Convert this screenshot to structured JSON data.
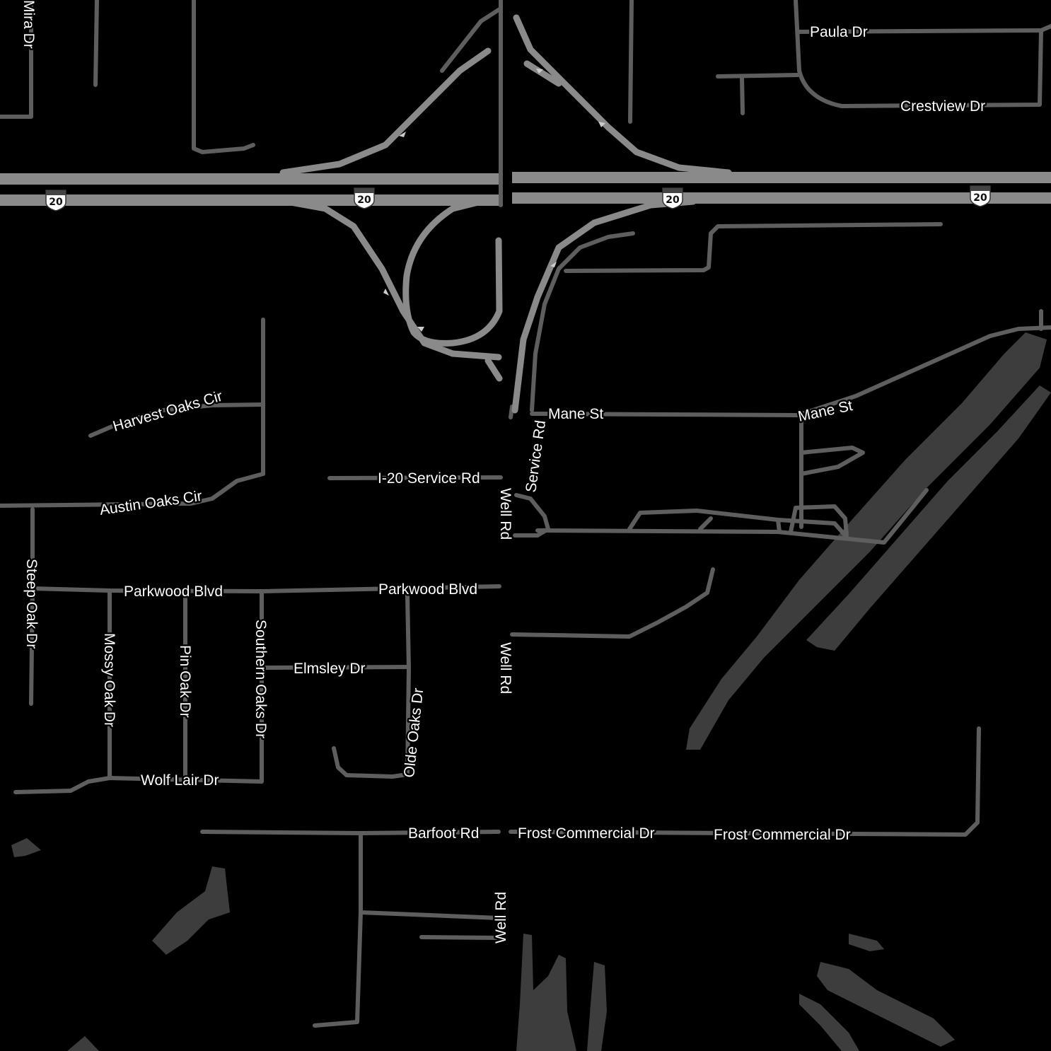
{
  "map": {
    "colors": {
      "background": "#000000",
      "road": "#5e5e5e",
      "highway": "#8a8a8a",
      "water": "#3d3d3d",
      "label": "#ffffff"
    },
    "highway_shield": {
      "route": "20",
      "icon": "interstate-shield-icon"
    },
    "street_labels": {
      "mira": "Mira Dr",
      "paula": "Paula Dr",
      "crestview": "Crestview Dr",
      "harvest_oaks": "Harvest Oaks Cir",
      "austin_oaks": "Austin Oaks Cir",
      "i20_service": "I-20 Service Rd",
      "service_rd": "Service Rd",
      "mane_1": "Mane St",
      "mane_2": "Mane St",
      "well_1": "Well Rd",
      "well_2": "Well Rd",
      "well_3": "Well Rd",
      "steep_oak": "Steep Oak Dr",
      "parkwood_1": "Parkwood Blvd",
      "parkwood_2": "Parkwood Blvd",
      "mossy_oak": "Mossy Oak Dr",
      "pin_oak": "Pin Oak Dr",
      "southern_oaks": "Southern Oaks Dr",
      "elmsley": "Elmsley Dr",
      "olde_oaks": "Olde Oaks Dr",
      "wolf_lair": "Wolf Lair Dr",
      "barfoot": "Barfoot Rd",
      "frost_1": "Frost Commercial Dr",
      "frost_2": "Frost Commercial Dr"
    }
  }
}
